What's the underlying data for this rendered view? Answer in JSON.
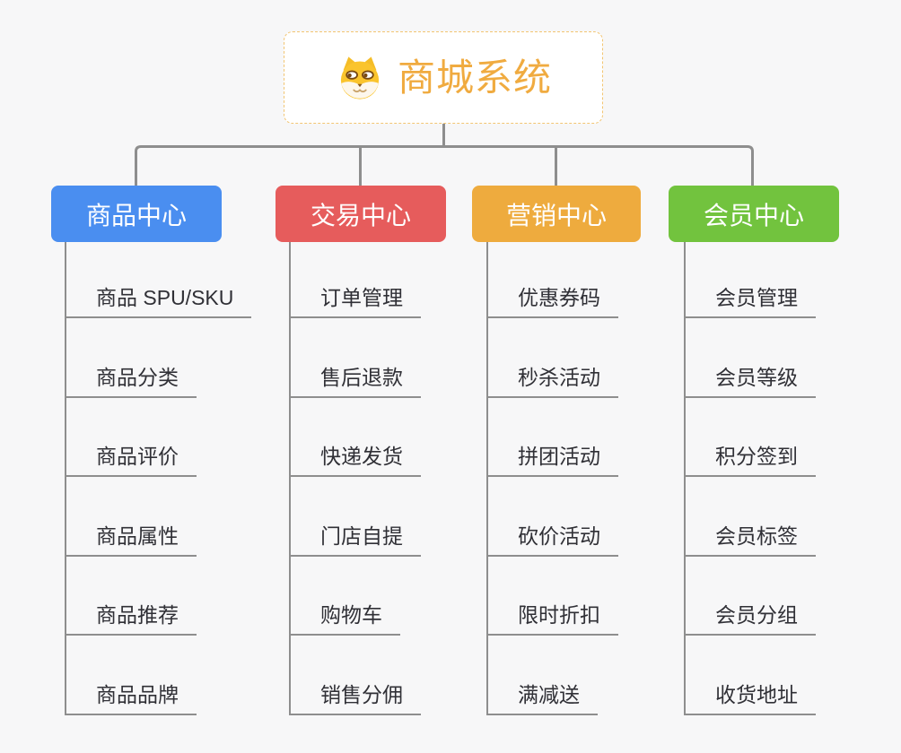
{
  "page": {
    "background": "#f7f7f8",
    "connector_color": "#8e8e8e",
    "item_text_color": "#303036"
  },
  "root": {
    "title": "商城系统",
    "title_color": "#f0ab40",
    "border_color": "#f2c572",
    "icon": "shiba-dog-icon"
  },
  "branches": [
    {
      "label": "商品中心",
      "color": "#4a8ef0",
      "items": [
        {
          "label": "商品 SPU/SKU"
        },
        {
          "label": "商品分类"
        },
        {
          "label": "商品评价"
        },
        {
          "label": "商品属性"
        },
        {
          "label": "商品推荐"
        },
        {
          "label": "商品品牌"
        }
      ]
    },
    {
      "label": "交易中心",
      "color": "#e65c5c",
      "items": [
        {
          "label": "订单管理"
        },
        {
          "label": "售后退款"
        },
        {
          "label": "快递发货"
        },
        {
          "label": "门店自提"
        },
        {
          "label": "购物车"
        },
        {
          "label": "销售分佣"
        }
      ]
    },
    {
      "label": "营销中心",
      "color": "#eeab3e",
      "items": [
        {
          "label": "优惠券码"
        },
        {
          "label": "秒杀活动"
        },
        {
          "label": "拼团活动"
        },
        {
          "label": "砍价活动"
        },
        {
          "label": "限时折扣"
        },
        {
          "label": "满减送"
        }
      ]
    },
    {
      "label": "会员中心",
      "color": "#72c33e",
      "items": [
        {
          "label": "会员管理"
        },
        {
          "label": "会员等级"
        },
        {
          "label": "积分签到"
        },
        {
          "label": "会员标签"
        },
        {
          "label": "会员分组"
        },
        {
          "label": "收货地址"
        }
      ]
    }
  ]
}
